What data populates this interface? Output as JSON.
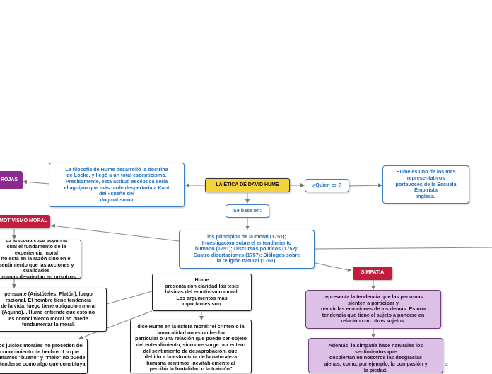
{
  "map": {
    "center": "LA ÉTICA DE DAVID HUME",
    "philosophy": "La filosofía de Hume desarrolló la doctrina\nde Locke, y llegó a un total escepticismo.\nPrecisamente, esta actitud escéptica sería\nel aguijón que más tarde despertaría a Kant\ndel «sueño del\ndogmatismo»",
    "quien": "¿Quien es ?",
    "empirista": "Hume es uno de los más\nrepresentativos\nportavoces de la Escuela\nEmpirista\ninglesa.",
    "se_basa": "Se basa en:",
    "obras": "los principios de la moral (1751);\nInvestigación sobre el entendimiento\nhumano (1751); Discursos políticos (1752);\nCuatro disertaciones (1757); Diálogos sobre\nla religión natural (1761).",
    "rojas": "ROJAS",
    "emotivismo": "EMOTIVISMO MORAL",
    "simpatia": "SIMPATÍA",
    "teoria": "es la teoría ética según la\ncual el fundamento de la experiencia moral\nno está en la razón sino en el\nsentimiento que las acciones y cualidades\nhumanas despiertan en nosotros.",
    "pensante": "pensante (Aristóteles, Platón), luego\nracional. El hombre tiene tendencia\nde la vida, luego tiene obligación moral\n(Aquino)... Hume entiende que esto no\nes conocimiento moral no puede\nfundamentar la moral.",
    "hume_presenta": "Hume\npresenta con claridad las tesis\nbásicas del emotivismo moral.\nLos argumentos más\nimportantes son:",
    "dice_hume": "dice Hume en la esfera moral:\"el crimen o la\ninmoralidad no es un hecho\nparticular o una relación que puede ser objeto\ndel entendimiento, sino que surge por entero\ndel sentimiento de desaprobación, que,\ndebido a la estructura de la naturaleza\nhumana sentimos inevitablemente al\npercibir la brutalidad o la traición\"",
    "juicios": "Los juicios morales no proceden del\nconocimiento de hechos. Lo que\nllamamos \"bueno\" y \"malo\" no puede\nentenderse como algo que constituya",
    "representa": "representa la tendencia que las personas\nsienten a participar y\nrevivir las emociones de los demás. Es una\ntendencia que tiene el sujeto a ponerse en\nrelación con otros sujetos.",
    "ademas": "Además, la simpatía hace naturales los\nsentimientos que\ndespiertan en nosotros las desgracias\najenas, como, por ejemplo, la compasión y\nla piedad."
  },
  "colors": {
    "blue_text": "#1f6fbf",
    "pink_label": "#c21d3d",
    "purple_label": "#8a2b8f",
    "lavender_box": "#dcc0e6",
    "yellow_box": "#f5d23a"
  }
}
